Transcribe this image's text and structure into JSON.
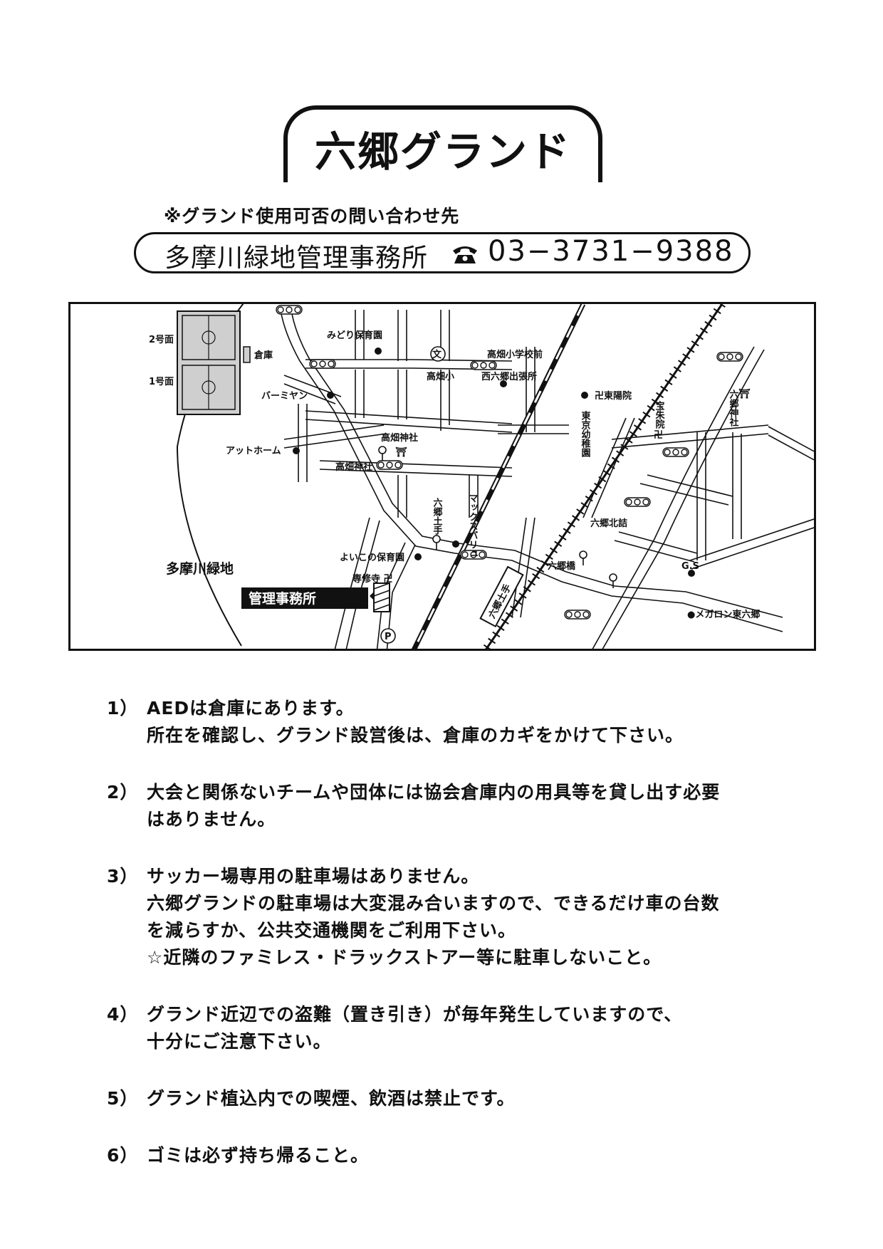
{
  "title": "六郷グランド",
  "inquiry_note": "※グランド使用可否の問い合わせ先",
  "office": {
    "name": "多摩川緑地管理事務所",
    "phone_icon": "telephone-icon",
    "phone": "03−3731−9388"
  },
  "map": {
    "field_labels": {
      "field2": "2号面",
      "field1": "1号面",
      "storage": "倉庫"
    },
    "places": {
      "midori_nursery": "みどり保育園",
      "takahata_elem_front": "高畑小学校前",
      "takahata_elem": "高畑小",
      "nishirokugo_office": "西六郷出張所",
      "tokoin": "卍東陽院",
      "bamiyan": "バーミヤン",
      "tokyo_kindergarten": "東京幼稚園",
      "hoshuin": "宝朱院",
      "hoshuin_mark": "卍",
      "rokugo_shrine": "六郷神社",
      "rokugo_shrine_mark": "⛩",
      "takahata_shrine_stop": "高畑神社",
      "takahata_shrine_mark": "⛩",
      "at_home": "アットホーム",
      "takahata_shrine": "高畑神社",
      "maxvalue": "マックスバリュ",
      "rokugo_dote": "六郷土手",
      "rokugo_kitazume": "六郷北詰",
      "tamagawa_green": "多摩川緑地",
      "yoiko_nursery": "よいこの保育園",
      "senshuji": "専修寺 卍",
      "rokugo_bashi": "六郷橋",
      "gs": "G.S",
      "megalon": "●メガロン東六郷",
      "office_label": "管理事務所",
      "parking": "P",
      "school_mark": "文",
      "rokugo_dote_station": "六郷土手"
    }
  },
  "notes": [
    {
      "num": "1）",
      "lines": [
        "AEDは倉庫にあります。",
        "所在を確認し、グランド設営後は、倉庫のカギをかけて下さい。"
      ]
    },
    {
      "num": "2）",
      "lines": [
        "大会と関係ないチームや団体には協会倉庫内の用具等を貸し出す必要",
        "はありません。"
      ]
    },
    {
      "num": "3）",
      "lines": [
        "サッカー場専用の駐車場はありません。",
        "六郷グランドの駐車場は大変混み合いますので、できるだけ車の台数",
        "を減らすか、公共交通機関をご利用下さい。",
        "☆近隣のファミレス・ドラックストアー等に駐車しないこと。"
      ]
    },
    {
      "num": "4）",
      "lines": [
        "グランド近辺での盗難（置き引き）が毎年発生していますので、",
        "十分にご注意下さい。"
      ]
    },
    {
      "num": "5）",
      "lines": [
        "グランド植込内での喫煙、飲酒は禁止です。"
      ]
    },
    {
      "num": "6）",
      "lines": [
        "ゴミは必ず持ち帰ること。"
      ]
    }
  ]
}
